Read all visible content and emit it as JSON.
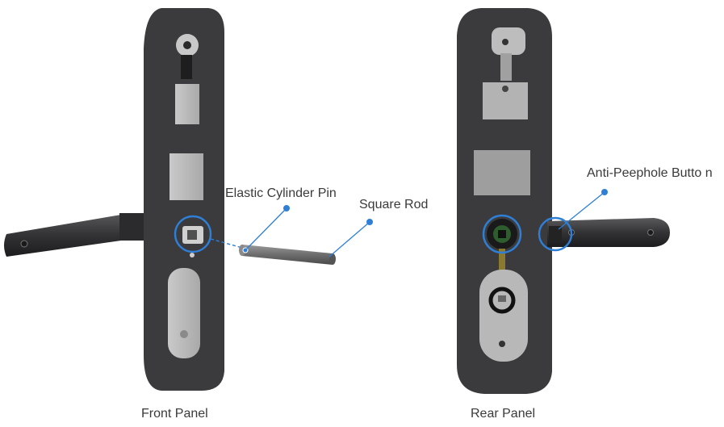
{
  "labels": {
    "elastic_cylinder_pin": "Elastic Cylinder Pin",
    "square_rod": "Square Rod",
    "anti_peephole_button": "Anti-Peephole Butto n"
  },
  "captions": {
    "front_panel": "Front Panel",
    "rear_panel": "Rear Panel"
  },
  "colors": {
    "callout": "#2f7fd6",
    "panel_dark": "#3b3b3d",
    "panel_edge": "#2a2a2c",
    "plate_grey": "#bdbdbd",
    "label_text": "#3a3a3a"
  }
}
